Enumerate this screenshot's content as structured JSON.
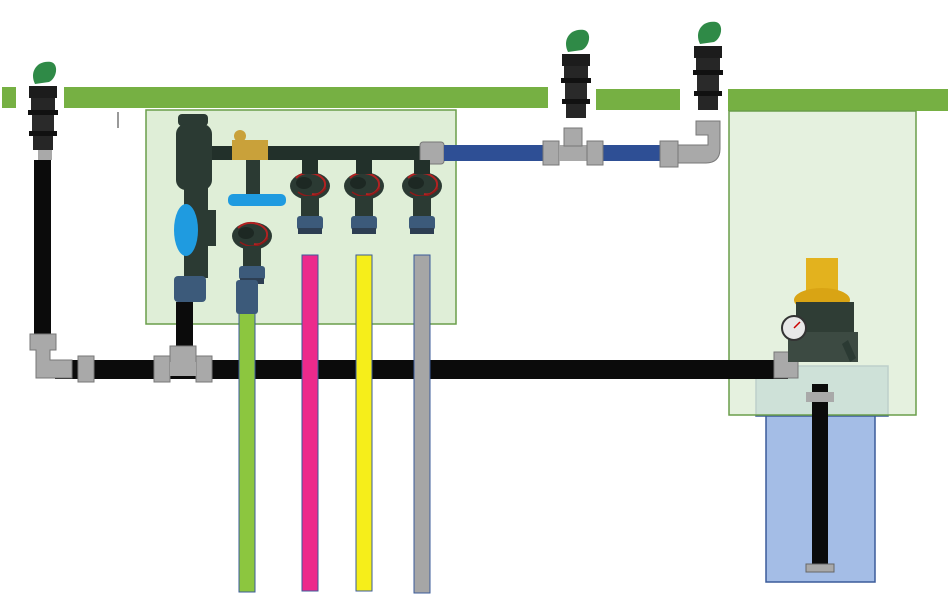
{
  "diagram": {
    "type": "irrigation-system-schematic",
    "colors": {
      "ground": "#76b043",
      "zone_box_fill": "#dfeed7",
      "zone_box_stroke": "#6a9e4a",
      "well_fill": "#a4bde6",
      "well_stroke": "#3b5b9a",
      "black_pipe": "#0b0b0b",
      "blue_pipe": "#2e4f95",
      "fitting": "#a9a9a9",
      "valve_body": "#2b3a33",
      "ball_valve_handle": "#1f9be0",
      "brass": "#c9a13a",
      "pressure_switch": "#e3b21e",
      "lid_green": "#2f8a47",
      "pipe_green": "#8cc63f",
      "pipe_pink": "#ec2a8c",
      "pipe_yellow": "#f6ee1a",
      "pipe_gray": "#a6a6a6"
    },
    "components": {
      "quick_coupler_valves": 3,
      "solenoid_valves": 4,
      "ball_valve": "ball-valve-icon",
      "filter": "filter-icon",
      "pressure_switch": "pressure-switch-icon",
      "well_pump": "submersible-pump-icon"
    },
    "zone_lines": [
      "green",
      "pink",
      "yellow",
      "gray"
    ]
  }
}
